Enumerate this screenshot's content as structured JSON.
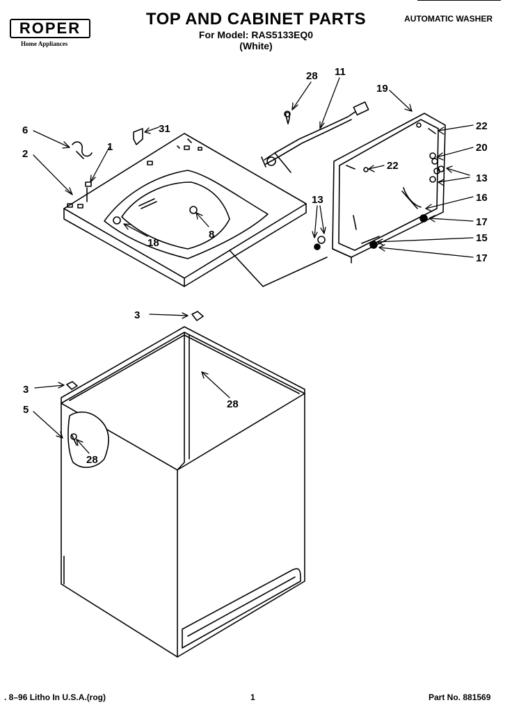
{
  "header": {
    "brand": "ROPER",
    "brand_sub": "Home Appliances",
    "title": "TOP AND CABINET PARTS",
    "model_line": "For Model: RAS5133EQ0",
    "color_line": "(White)",
    "product_type": "AUTOMATIC WASHER"
  },
  "callouts": [
    {
      "id": "c6",
      "text": "6"
    },
    {
      "id": "c2",
      "text": "2"
    },
    {
      "id": "c1",
      "text": "1"
    },
    {
      "id": "c31",
      "text": "31"
    },
    {
      "id": "c28a",
      "text": "28"
    },
    {
      "id": "c11",
      "text": "11"
    },
    {
      "id": "c19",
      "text": "19"
    },
    {
      "id": "c22a",
      "text": "22"
    },
    {
      "id": "c22b",
      "text": "22"
    },
    {
      "id": "c20",
      "text": "20"
    },
    {
      "id": "c13a",
      "text": "13"
    },
    {
      "id": "c13b",
      "text": "13"
    },
    {
      "id": "c16",
      "text": "16"
    },
    {
      "id": "c17a",
      "text": "17"
    },
    {
      "id": "c15",
      "text": "15"
    },
    {
      "id": "c17b",
      "text": "17"
    },
    {
      "id": "c18",
      "text": "18"
    },
    {
      "id": "c8",
      "text": "8"
    },
    {
      "id": "c3a",
      "text": "3"
    },
    {
      "id": "c3b",
      "text": "3"
    },
    {
      "id": "c28b",
      "text": "28"
    },
    {
      "id": "c5",
      "text": "5"
    },
    {
      "id": "c28c",
      "text": "28"
    }
  ],
  "footer": {
    "litho": ". 8–96 Litho In U.S.A.(rog)",
    "page": "1",
    "part_no": "Part No. 881569"
  }
}
